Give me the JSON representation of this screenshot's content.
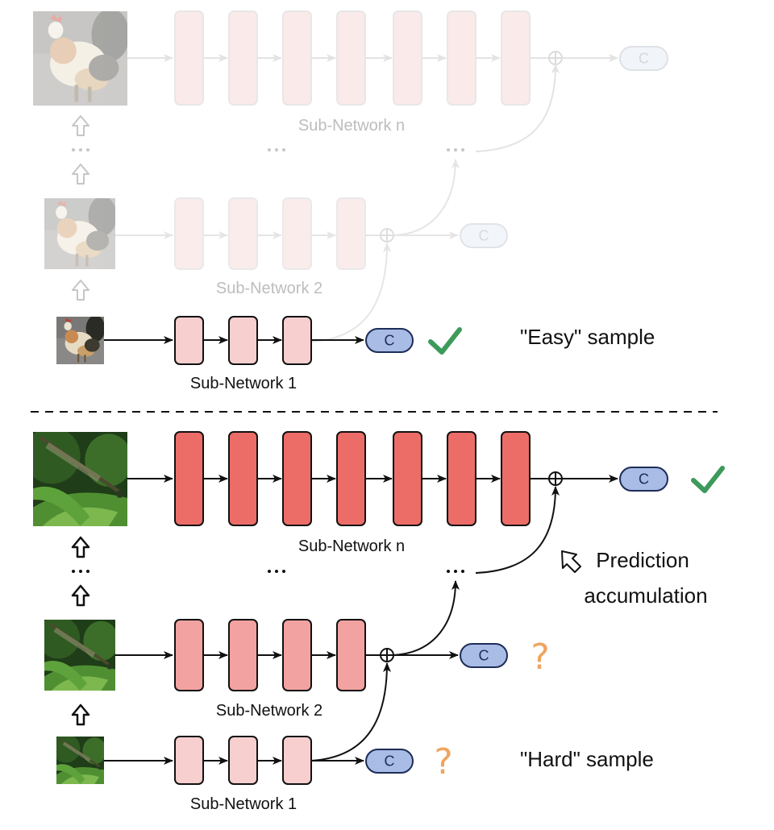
{
  "top": {
    "subnet_n_label": "Sub-Network n",
    "subnet_2_label": "Sub-Network 2",
    "subnet_1_label": "Sub-Network 1",
    "ellipsis": "...",
    "classifier_label": "C",
    "sample_label": "\"Easy\" sample",
    "result_icon": "check-icon"
  },
  "bottom": {
    "subnet_n_label": "Sub-Network n",
    "subnet_2_label": "Sub-Network 2",
    "subnet_1_label": "Sub-Network 1",
    "ellipsis": "...",
    "classifier_label": "C",
    "question_mark": "?",
    "annotation_line1": "Prediction",
    "annotation_line2": "accumulation",
    "sample_label": "\"Hard\" sample",
    "result_icon": "check-icon"
  },
  "colors": {
    "block_dark": "#ec6d68",
    "block_mid": "#f2a3a1",
    "block_light": "#f7cfcf",
    "classifier_fill": "#a9bce6",
    "classifier_stroke": "#1d2d57",
    "check": "#3d9a5a",
    "question": "#f0a460",
    "faded": "#c8c8c8"
  }
}
